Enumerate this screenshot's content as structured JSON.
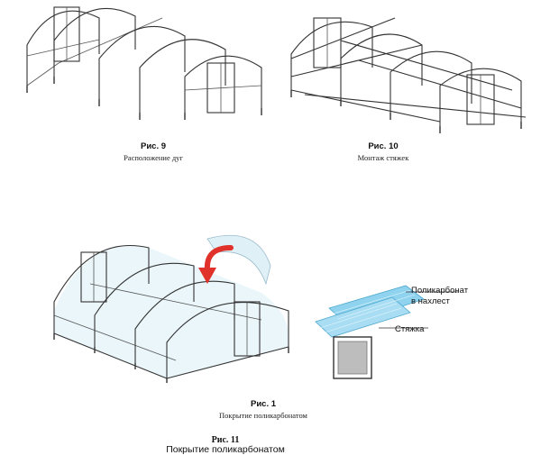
{
  "figures": [
    {
      "id": "fig9",
      "number": "Рис. 9",
      "caption": "Расположение дуг"
    },
    {
      "id": "fig10",
      "number": "Рис. 10",
      "caption": "Монтаж стяжек"
    },
    {
      "id": "fig11",
      "number": "Рис. 1",
      "caption": "Покрытие поликарбонатом",
      "callouts": {
        "overlap_line1": "Поликарбонат",
        "overlap_line2": "в нахлест",
        "tie": "Стяжка"
      }
    }
  ],
  "bottom_caption": {
    "number": "Рис. 11",
    "text": "Покрытие поликарбонатом"
  },
  "colors": {
    "frame": "#333333",
    "polycarbonate": "#8fd3ef",
    "arrow": "#e0312a",
    "sheet_flap": "#dff1f6"
  },
  "icons": [
    "curved-arrow-icon"
  ]
}
